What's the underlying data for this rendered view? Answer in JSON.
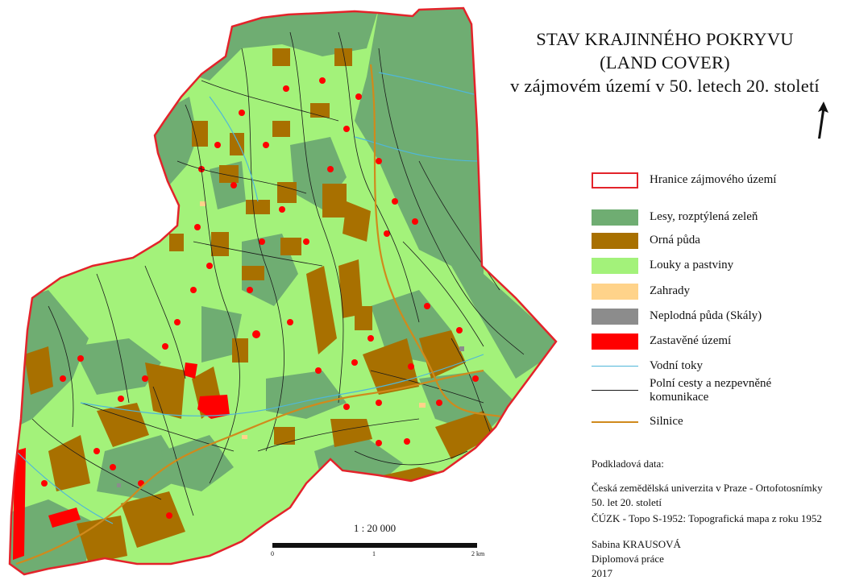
{
  "title": {
    "line1": "STAV KRAJINNÉHO POKRYVU",
    "line2": "(LAND COVER)",
    "line3": "v zájmovém území v 50. letech 20. století"
  },
  "north_arrow_icon": "north-arrow-icon",
  "legend": {
    "boundary": {
      "label": "Hranice zájmového území",
      "stroke": "#e3232a"
    },
    "classes": [
      {
        "key": "forest",
        "label": "Lesy, rozptýlená zeleň",
        "color": "#6fad72"
      },
      {
        "key": "arable",
        "label": "Orná půda",
        "color": "#a87000"
      },
      {
        "key": "meadow",
        "label": "Louky a pastviny",
        "color": "#a3f27a"
      },
      {
        "key": "gardens",
        "label": "Zahrady",
        "color": "#ffd38a"
      },
      {
        "key": "barren",
        "label": "Neplodná půda (Skály)",
        "color": "#8c8c8c"
      },
      {
        "key": "built",
        "label": "Zastavěné území",
        "color": "#ff0000"
      }
    ],
    "lines": [
      {
        "key": "water",
        "label": "Vodní toky",
        "color": "#4fb7d9"
      },
      {
        "key": "paths",
        "label": "Polní cesty a nezpevněné komunikace",
        "color": "#1a1a1a"
      },
      {
        "key": "roads",
        "label": "Silnice",
        "color": "#d08a1c"
      }
    ]
  },
  "credits": {
    "heading": "Podkladová data:",
    "source1_line1": "Česká zemědělská univerzita v Praze - Ortofotosnímky",
    "source1_line2": "50. let 20. století",
    "source2": "ČÚZK - Topo S-1952: Topografická mapa z roku 1952",
    "author": "Sabina KRAUSOVÁ",
    "work": "Diplomová práce",
    "year": "2017"
  },
  "scale": {
    "ratio": "1 : 20 000",
    "ticks": [
      "0",
      "1",
      "2 km"
    ]
  }
}
